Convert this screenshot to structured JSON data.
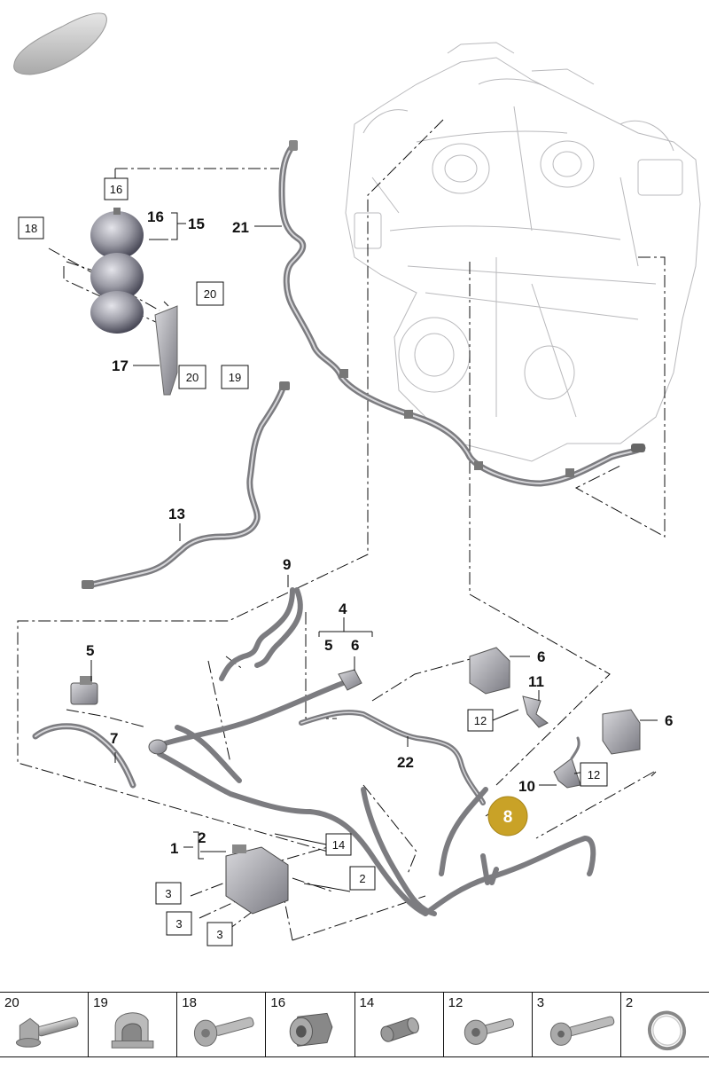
{
  "callouts": {
    "c1": "1",
    "c2": "2",
    "c4": "4",
    "c5a": "5",
    "c5b": "5",
    "c6a": "6",
    "c6b": "6",
    "c6c": "6",
    "c7": "7",
    "c9": "9",
    "c10": "10",
    "c11": "11",
    "c13": "13",
    "c15": "15",
    "c16": "16",
    "c17": "17",
    "c21": "21",
    "c22": "22",
    "c8": "8"
  },
  "boxed": {
    "b16": "16",
    "b18": "18",
    "b20a": "20",
    "b20b": "20",
    "b19": "19",
    "b12a": "12",
    "b12b": "12",
    "b14": "14",
    "b2": "2",
    "b3a": "3",
    "b3b": "3",
    "b3c": "3"
  },
  "legend": [
    {
      "label": "20",
      "icon": "flange-bolt-icon"
    },
    {
      "label": "19",
      "icon": "pipe-clip-icon"
    },
    {
      "label": "18",
      "icon": "pan-head-bolt-icon"
    },
    {
      "label": "16",
      "icon": "grommet-icon"
    },
    {
      "label": "14",
      "icon": "spacer-sleeve-icon"
    },
    {
      "label": "12",
      "icon": "round-head-bolt-icon"
    },
    {
      "label": "3",
      "icon": "long-bolt-icon"
    },
    {
      "label": "2",
      "icon": "o-ring-icon"
    }
  ],
  "colors": {
    "highlight_badge": "#c9a227",
    "line": "#111111",
    "pipe": "#7c7c80"
  }
}
